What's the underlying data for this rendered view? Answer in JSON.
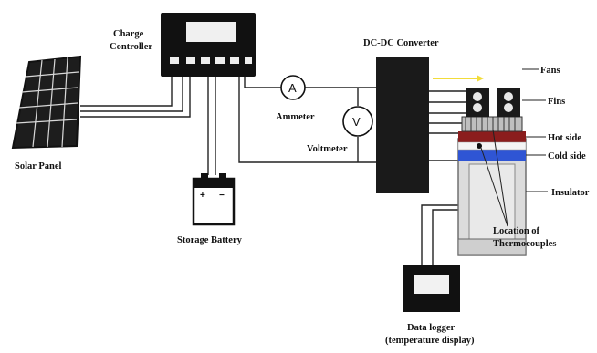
{
  "labels": {
    "charge_controller": [
      "Charge",
      "Controller"
    ],
    "dcdc_converter": "DC-DC Converter",
    "ammeter": "Ammeter",
    "ammeter_symbol": "A",
    "voltmeter": "Voltmeter",
    "voltmeter_symbol": "V",
    "solar_panel": "Solar Panel",
    "storage_battery": "Storage Battery",
    "battery_plus": "+",
    "battery_minus": "−",
    "fans": "Fans",
    "fins": "Fins",
    "hot_side": "Hot side",
    "cold_side": "Cold side",
    "insulator": "Insulator",
    "thermocouple_location": [
      "Location of",
      "Thermocouples"
    ],
    "data_logger": [
      "Data logger",
      "(temperature display)"
    ]
  },
  "colors": {
    "device_body": "#111111",
    "display_window": "#f2f2f2",
    "hot_side": "#8b1d1d",
    "cold_side": "#2f55d4",
    "insulator": "#dcdcdc",
    "arrow_yellow": "#f2dc3a"
  }
}
